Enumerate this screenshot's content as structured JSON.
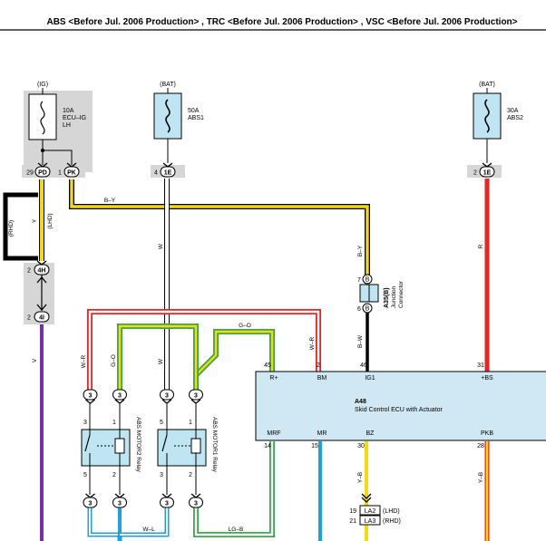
{
  "title": "ABS <Before Jul. 2006 Production> , TRC <Before Jul. 2006 Production> , VSC <Before Jul. 2006 Production>",
  "power": {
    "ig": "(IG)",
    "bat1": "(BAT)",
    "bat2": "(BAT)"
  },
  "fuses": {
    "ecu_ig": {
      "amp": "10A",
      "name1": "ECU–IG",
      "name2": "LH"
    },
    "abs1": {
      "amp": "50A",
      "name": "ABS1"
    },
    "abs2": {
      "amp": "30A",
      "name": "ABS2"
    }
  },
  "connectors": {
    "pd": {
      "pin": "29",
      "code": "PD"
    },
    "pk": {
      "pin": "1",
      "code": "PK"
    },
    "e4": {
      "pin": "4",
      "code": "1E"
    },
    "e2": {
      "pin": "2",
      "code": "1E"
    },
    "h4": {
      "pin": "2",
      "code": "4H"
    },
    "i4": {
      "pin": "2",
      "code": "4I"
    },
    "a35_top": "7",
    "a35_bottom": "6",
    "la2": {
      "pin": "19",
      "code": "LA2",
      "side": "(LHD)"
    },
    "la3": {
      "pin": "21",
      "code": "LA3",
      "side": "(RHD)"
    }
  },
  "junction": {
    "id": "A35(B)",
    "name1": "Junction",
    "name2": "Connector"
  },
  "wires": {
    "rhd": "(RHD)",
    "lhd": "(LHD)",
    "y": "Y",
    "by": "B–Y",
    "w": "W",
    "v": "V",
    "wr_left": "W–R",
    "go_left": "G–O",
    "go_top": "G–O",
    "wr_right": "W–R",
    "by_vert": "B–Y",
    "bw": "B–W",
    "r": "R",
    "wl": "W–L",
    "lgb": "LG–B",
    "yb1": "Y–B",
    "yb2": "Y–B"
  },
  "relays": {
    "motor2": {
      "name": "ABS MOTOR2 Relay",
      "pins": [
        "3",
        "1",
        "5",
        "2"
      ],
      "conn_top": [
        "3",
        "3"
      ],
      "conn_bottom": [
        "3",
        "3"
      ]
    },
    "motor1": {
      "name": "ABS MOTOR1 Relay",
      "pins": [
        "5",
        "1",
        "3",
        "2"
      ],
      "conn_top": [
        "3",
        "3"
      ],
      "conn_bottom": [
        "3",
        "3"
      ]
    }
  },
  "ecu": {
    "id": "A48",
    "name": "Skid Control ECU with Actuator",
    "top_pins": [
      {
        "num": "45",
        "label": "R+"
      },
      {
        "num": "2",
        "label": "BM"
      },
      {
        "num": "46",
        "label": "IG1"
      },
      {
        "num": "31",
        "label": "+BS"
      }
    ],
    "bottom_pins": [
      {
        "num": "14",
        "label": "MRF"
      },
      {
        "num": "15",
        "label": "MR"
      },
      {
        "num": "30",
        "label": "BZ"
      },
      {
        "num": "28",
        "label": "PKB"
      }
    ]
  },
  "colors": {
    "yellow": "#f5d90a",
    "red": "#ee2222",
    "purple": "#7b2fa5",
    "green": "#3aa84a",
    "blue": "#1e9fe0",
    "grey_box": "#d6d6d6",
    "fuse_box": "#bfe4f2",
    "ecu_fill": "#cfe8f4"
  }
}
